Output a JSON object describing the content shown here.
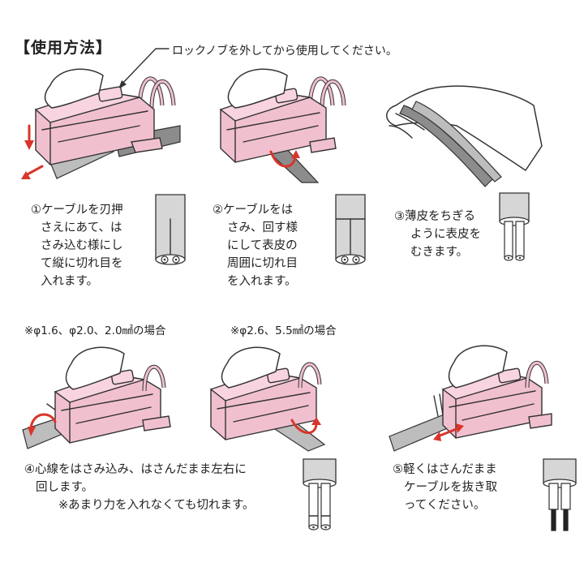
{
  "header": {
    "title": "【使用方法】",
    "notice": "ロックノブを外してから使用してください。"
  },
  "steps": [
    {
      "lines": [
        "①ケーブルを刃押",
        "さえにあて、は",
        "さみ込む様にし",
        "て縦に切れ目を",
        "入れます。"
      ]
    },
    {
      "lines": [
        "②ケーブルをは",
        "さみ、回す様",
        "にして表皮の",
        "周囲に切れ目",
        "を入れます。"
      ]
    },
    {
      "lines": [
        "③薄皮をちぎる",
        "ように表皮を",
        "むきます。"
      ]
    },
    {
      "lines": [
        "④心線をはさみ込み、はさんだまま左右に",
        "回します。",
        "※あまり力を入れなくても切れます。"
      ]
    },
    {
      "lines": [
        "⑤軽くはさんだまま",
        "ケーブルを抜き取",
        "ってください。"
      ]
    }
  ],
  "captions": {
    "small_gauge": "※φ1.6、φ2.0、2.0㎟の場合",
    "large_gauge": "※φ2.6、5.5㎟の場合"
  },
  "colors": {
    "tool_pink": "#f1c0cf",
    "arrow_red": "#d9352b",
    "cable_gray": "#8c8c8c"
  },
  "icons": [
    "hand-icon",
    "stripper-tool-icon",
    "cable-icon",
    "rotate-arrow-icon",
    "push-arrow-icon"
  ]
}
